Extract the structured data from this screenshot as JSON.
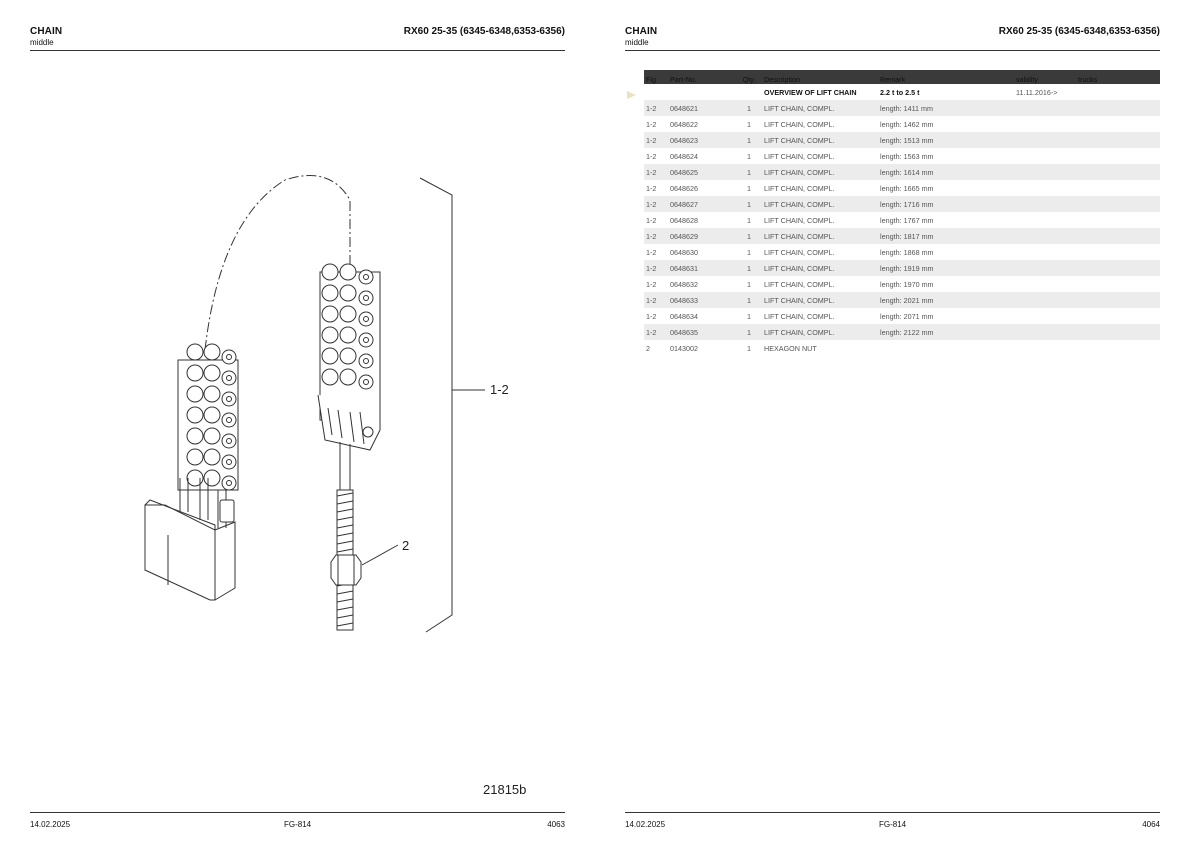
{
  "left_page": {
    "title": "CHAIN",
    "subtitle": "middle",
    "model": "RX60 25-35 (6345-6348,6353-6356)",
    "callout_1": "1-2",
    "callout_2": "2",
    "drawing_id": "21815b",
    "footer": {
      "date": "14.02.2025",
      "code": "FG-814",
      "page": "4063"
    }
  },
  "right_page": {
    "title": "CHAIN",
    "subtitle": "middle",
    "model": "RX60 25-35 (6345-6348,6353-6356)",
    "footer": {
      "date": "14.02.2025",
      "code": "FG-814",
      "page": "4064"
    }
  },
  "table": {
    "headers": [
      "Fig",
      "Part-No.",
      "Qty.",
      "Description",
      "Remark",
      "validity",
      "trucks"
    ],
    "rows": [
      {
        "fig": "",
        "part": "",
        "qty": "",
        "desc": "OVERVIEW OF LIFT CHAIN",
        "remark": "2.2 t to 2.5 t",
        "validity": "11.11.2016->",
        "trucks": ""
      },
      {
        "fig": "1-2",
        "part": "0648621",
        "qty": "1",
        "desc": "LIFT CHAIN, COMPL.",
        "remark": "length: 1411 mm",
        "validity": "",
        "trucks": ""
      },
      {
        "fig": "1-2",
        "part": "0648622",
        "qty": "1",
        "desc": "LIFT CHAIN, COMPL.",
        "remark": "length: 1462 mm",
        "validity": "",
        "trucks": ""
      },
      {
        "fig": "1-2",
        "part": "0648623",
        "qty": "1",
        "desc": "LIFT CHAIN, COMPL.",
        "remark": "length: 1513 mm",
        "validity": "",
        "trucks": ""
      },
      {
        "fig": "1-2",
        "part": "0648624",
        "qty": "1",
        "desc": "LIFT CHAIN, COMPL.",
        "remark": "length: 1563 mm",
        "validity": "",
        "trucks": ""
      },
      {
        "fig": "1-2",
        "part": "0648625",
        "qty": "1",
        "desc": "LIFT CHAIN, COMPL.",
        "remark": "length: 1614 mm",
        "validity": "",
        "trucks": ""
      },
      {
        "fig": "1-2",
        "part": "0648626",
        "qty": "1",
        "desc": "LIFT CHAIN, COMPL.",
        "remark": "length: 1665 mm",
        "validity": "",
        "trucks": ""
      },
      {
        "fig": "1-2",
        "part": "0648627",
        "qty": "1",
        "desc": "LIFT CHAIN, COMPL.",
        "remark": "length: 1716 mm",
        "validity": "",
        "trucks": ""
      },
      {
        "fig": "1-2",
        "part": "0648628",
        "qty": "1",
        "desc": "LIFT CHAIN, COMPL.",
        "remark": "length: 1767 mm",
        "validity": "",
        "trucks": ""
      },
      {
        "fig": "1-2",
        "part": "0648629",
        "qty": "1",
        "desc": "LIFT CHAIN, COMPL.",
        "remark": "length: 1817 mm",
        "validity": "",
        "trucks": ""
      },
      {
        "fig": "1-2",
        "part": "0648630",
        "qty": "1",
        "desc": "LIFT CHAIN, COMPL.",
        "remark": "length: 1868 mm",
        "validity": "",
        "trucks": ""
      },
      {
        "fig": "1-2",
        "part": "0648631",
        "qty": "1",
        "desc": "LIFT CHAIN, COMPL.",
        "remark": "length: 1919 mm",
        "validity": "",
        "trucks": ""
      },
      {
        "fig": "1-2",
        "part": "0648632",
        "qty": "1",
        "desc": "LIFT CHAIN, COMPL.",
        "remark": "length: 1970 mm",
        "validity": "",
        "trucks": ""
      },
      {
        "fig": "1-2",
        "part": "0648633",
        "qty": "1",
        "desc": "LIFT CHAIN, COMPL.",
        "remark": "length: 2021 mm",
        "validity": "",
        "trucks": ""
      },
      {
        "fig": "1-2",
        "part": "0648634",
        "qty": "1",
        "desc": "LIFT CHAIN, COMPL.",
        "remark": "length: 2071 mm",
        "validity": "",
        "trucks": ""
      },
      {
        "fig": "1-2",
        "part": "0648635",
        "qty": "1",
        "desc": "LIFT CHAIN, COMPL.",
        "remark": "length: 2122 mm",
        "validity": "",
        "trucks": ""
      },
      {
        "fig": "2",
        "part": "0143002",
        "qty": "1",
        "desc": "HEXAGON NUT",
        "remark": "",
        "validity": "",
        "trucks": ""
      }
    ]
  }
}
